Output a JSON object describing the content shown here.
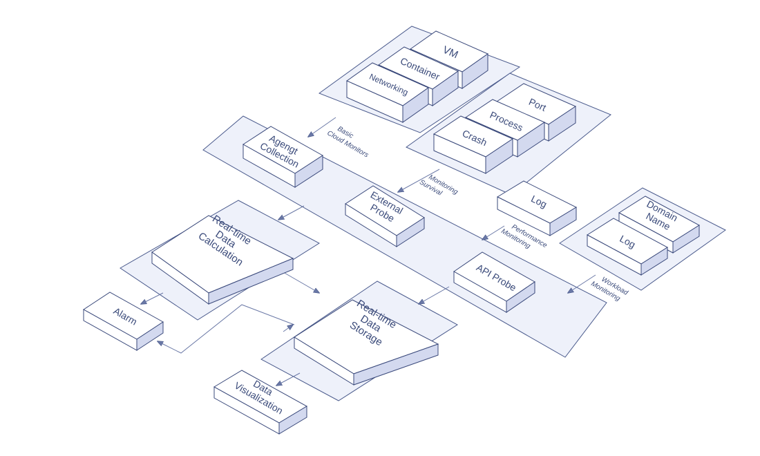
{
  "boxes": {
    "vm": "VM",
    "container": "Container",
    "networking": "Networking",
    "port": "Port",
    "process": "Process",
    "crash": "Crash",
    "agent_collection": [
      "Agengt",
      "Collection"
    ],
    "external_probe": [
      "External",
      "Probe"
    ],
    "log_top": "Log",
    "domain_name": [
      "Domain",
      "Name"
    ],
    "log_right": "Log",
    "api_probe": "API Probe",
    "realtime_calc": [
      "Real-time",
      "Data",
      "Calculation"
    ],
    "alarm": "Alarm",
    "realtime_storage": [
      "Real-time",
      "Data",
      "Storage"
    ],
    "data_visualization": [
      "Data",
      "Visualization"
    ]
  },
  "labels": {
    "basic_cloud": [
      "Basic",
      "Cloud Monitors"
    ],
    "monitoring_survival": [
      "Monitoring",
      "Survival"
    ],
    "performance": [
      "Performance",
      "Monitoring"
    ],
    "workload": [
      "Workload",
      "Monitoring"
    ]
  },
  "colors": {
    "stroke": "#39487a",
    "slab_fill": "#eef1fa",
    "box_side": "#d3d9ef",
    "text": "#3a4a7a"
  }
}
